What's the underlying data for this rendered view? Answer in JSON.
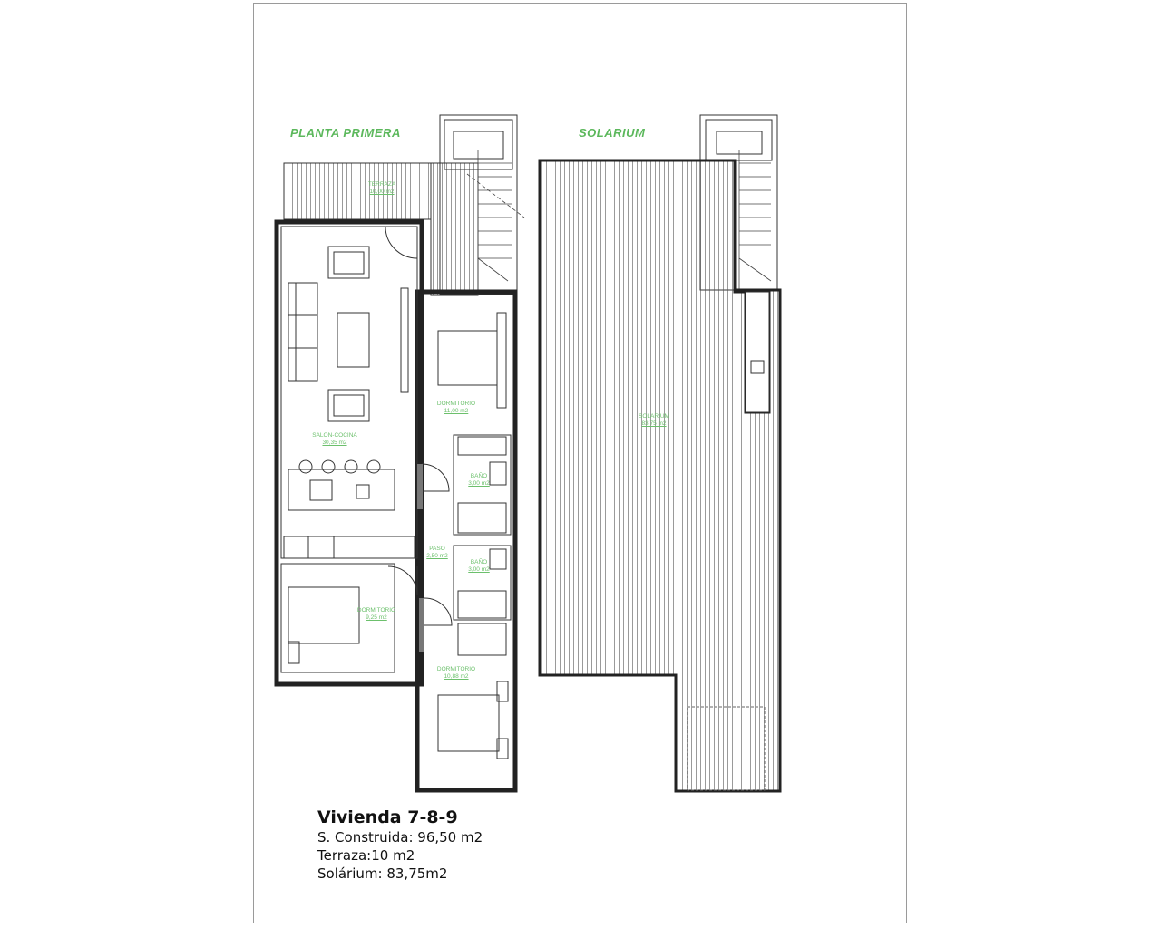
{
  "plans": {
    "first_floor_title": "PLANTA PRIMERA",
    "solarium_title": "SOLARIUM"
  },
  "rooms": {
    "terraza": {
      "name": "TERRAZA",
      "area": "10,00 m2"
    },
    "salon_cocina": {
      "name": "SALON-COCINA",
      "area": "30,35 m2"
    },
    "dormitorio_1": {
      "name": "DORMITORIO",
      "area": "11,00 m2"
    },
    "bano_1": {
      "name": "BAÑO",
      "area": "3,00 m2"
    },
    "paso": {
      "name": "PASO",
      "area": "2,50 m2"
    },
    "bano_2": {
      "name": "BAÑO",
      "area": "3,00 m2"
    },
    "dormitorio_2": {
      "name": "DORMITORIO",
      "area": "9,25 m2"
    },
    "dormitorio_3": {
      "name": "DORMITORIO",
      "area": "10,88 m2"
    },
    "solarium": {
      "name": "SOLARIUM",
      "area": "83,75 m2"
    }
  },
  "caption": {
    "title": "Vivienda 7-8-9",
    "built_area": "S. Construida: 96,50 m2",
    "terrace": "Terraza:10 m2",
    "solarium": "Solárium: 83,75m2"
  },
  "colors": {
    "label_green": "#6cc06c",
    "title_green": "#5cb85c",
    "line": "#333333"
  }
}
